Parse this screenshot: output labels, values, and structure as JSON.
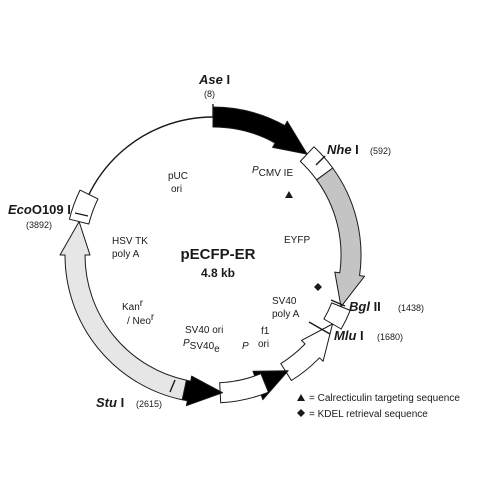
{
  "plasmid": {
    "name": "pECFP-ER",
    "size": "4.8 kb"
  },
  "sites": [
    {
      "id": "ase",
      "italic": "Ase",
      "roman": " I",
      "position": "(8)"
    },
    {
      "id": "nhe",
      "italic": "Nhe",
      "roman": " I",
      "position": "(592)"
    },
    {
      "id": "bgl",
      "italic": "Bgl",
      "roman": " II",
      "position": "(1438)"
    },
    {
      "id": "mlu",
      "italic": "Mlu",
      "roman": " I",
      "position": "(1680)"
    },
    {
      "id": "stu",
      "italic": "Stu",
      "roman": " I",
      "position": "(2615)"
    },
    {
      "id": "eco",
      "italic": "Eco",
      "roman": "O109 I",
      "position": "(3892)"
    }
  ],
  "features": {
    "pcmv": {
      "p": "P",
      "sub": "CMV IE"
    },
    "eyfp": "EYFP",
    "sv40_polya": [
      "SV40",
      "poly A"
    ],
    "f1_ori": [
      "f1",
      "ori"
    ],
    "p_promoter": "P",
    "sv40_ori": "SV40 ori",
    "psv40": {
      "p": "P",
      "sub": "SV40",
      "subsub": "e"
    },
    "kan_neo": {
      "kan": "Kan",
      "kan_sup": "r",
      "neo": "/ Neo",
      "neo_sup": "r"
    },
    "hsv_tk": [
      "HSV TK",
      "poly A"
    ],
    "puc": [
      "pUC",
      "ori"
    ]
  },
  "legend": [
    {
      "symbol": "triangle",
      "text": "= Calrecticulin targeting sequence"
    },
    {
      "symbol": "diamond",
      "text": "= KDEL retrieval sequence"
    }
  ],
  "colors": {
    "black_segment": "#000000",
    "gray_segment": "#c4c4c4",
    "light_segment": "#e6e6e6",
    "white_segment": "#ffffff",
    "outline": "#1a1a1a"
  }
}
